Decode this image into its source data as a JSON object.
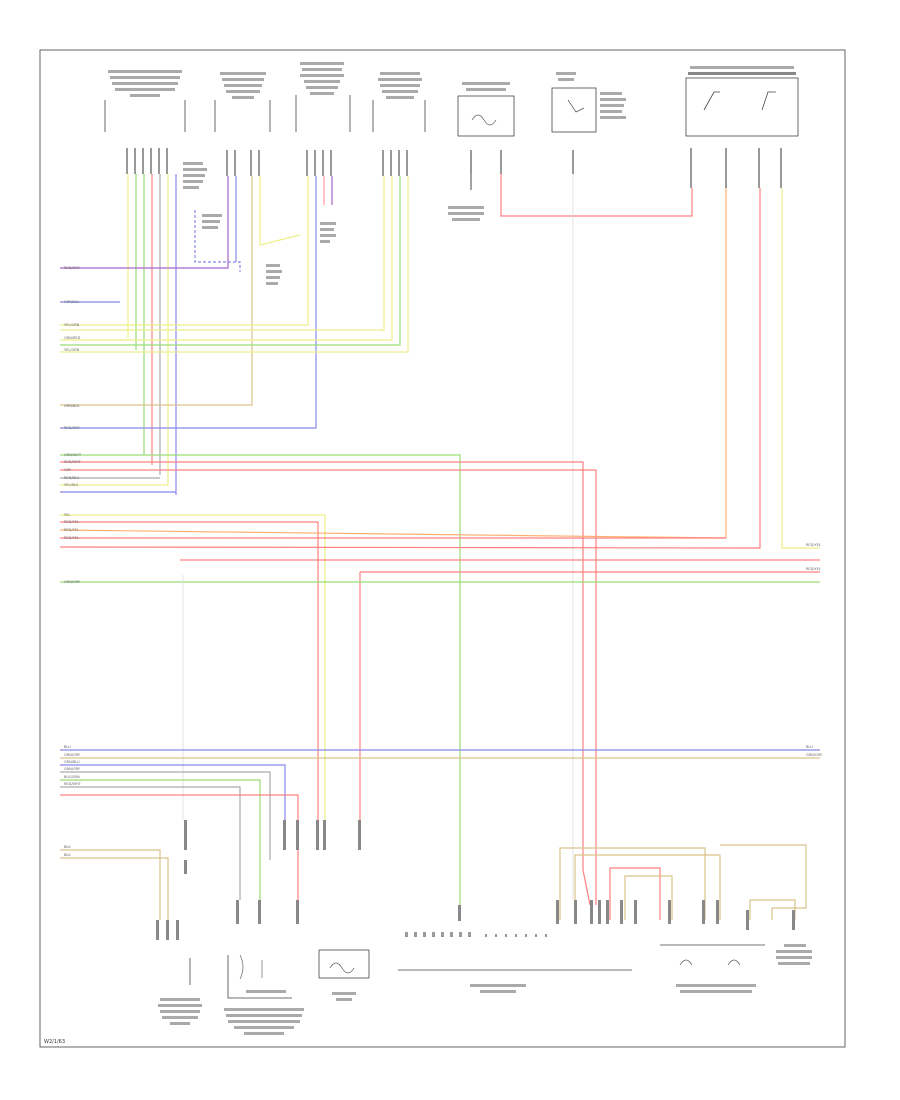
{
  "diagram_ref": "W2/1/63",
  "colors": {
    "border": "#666666",
    "red": "#ff8080",
    "pink": "#ff9aa8",
    "yellow": "#eeee88",
    "green": "#99dd77",
    "blue": "#8888ee",
    "purple": "#aa66cc",
    "tan": "#d9c38a",
    "orange": "#ffb070",
    "gray": "#bbbbbb",
    "dark": "#444444"
  },
  "left_wire_labels": [
    "RED/GRY",
    "GRY/BLU",
    "YEL/GRN",
    "GRN/RED",
    "YEL/GRN",
    "GRN/BLK",
    "RED/GRY",
    "GRN/WHT",
    "RED/WHT",
    "GRY",
    "RED/BLU",
    "YEL/BLU",
    "YEL",
    "RED/YEL",
    "RED/YEL",
    "RED/YEL",
    "GRN/GRY"
  ],
  "bottom_wire_labels": [
    "BLU",
    "GRN/GRY",
    "GRN/BLU",
    "GRN/GRY",
    "BLK/GRN",
    "RED/WHT",
    "BLK",
    "BLK"
  ],
  "right_wire_labels": [
    "RED/YEL",
    "RED/YEL",
    "BLU",
    "GRN/GRY"
  ]
}
